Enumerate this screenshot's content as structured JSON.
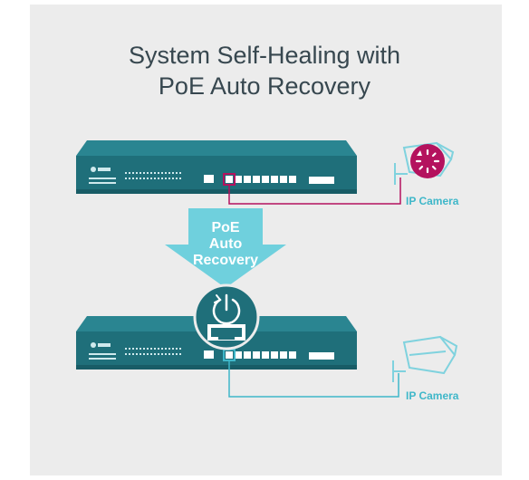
{
  "title": {
    "line1": "System Self-Healing with",
    "line2": "PoE Auto Recovery"
  },
  "arrow": {
    "line1": "PoE",
    "line2": "Auto",
    "line3": "Recovery"
  },
  "cameras": {
    "top_label": "IP Camera",
    "bottom_label": "IP Camera"
  },
  "colors": {
    "switch_body": "#1f6f7a",
    "switch_top": "#2a8591",
    "arrow": "#6fd0dd",
    "fault": "#b4125e",
    "link": "#3fb7c9",
    "camera_outline": "#7fd2de"
  },
  "icons": {
    "switch_logo": "tp-link-logo",
    "fault_icon": "broken-refresh-icon",
    "recovery_icon": "power-refresh-icon",
    "camera_icon": "cctv-camera-icon"
  }
}
